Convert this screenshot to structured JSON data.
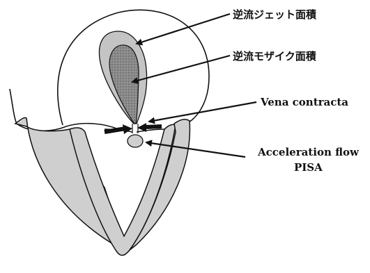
{
  "labels": {
    "regurgitant_jet_area": "逆流ジェット面積",
    "regurgitant_mosaic_area": "逆流モザイク面積",
    "vena_contracta": "Vena contracta",
    "acceleration_flow": "Acceleration flow",
    "pisa": "PISA"
  },
  "colors": {
    "stroke": "#111111",
    "wall_fill": "#cfcfcf",
    "jet_fill": "#c4c4c4",
    "mosaic_fill": "#8a8a8a",
    "background": "#ffffff"
  }
}
